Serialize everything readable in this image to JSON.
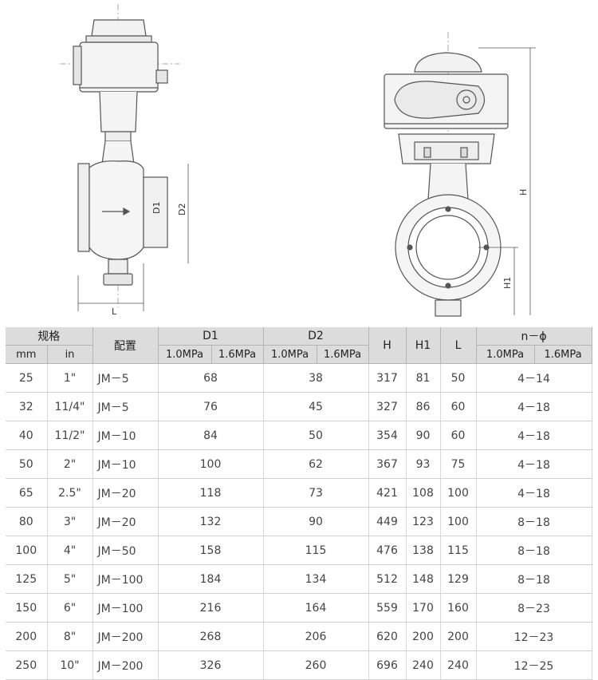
{
  "drawing": {
    "left_labels": {
      "d1": "D1",
      "d2": "D2",
      "l": "L"
    },
    "right_labels": {
      "h": "H",
      "h1": "H1"
    }
  },
  "table": {
    "header": {
      "spec": "规格",
      "config": "配置",
      "d1": "D1",
      "d2": "D2",
      "h": "H",
      "h1": "H1",
      "l": "L",
      "n_phi": "n－ϕ",
      "mm": "mm",
      "in": "in",
      "p10": "1.0MPa",
      "p16": "1.6MPa"
    },
    "rows": [
      [
        "25",
        "1\"",
        "JM－5",
        "68",
        "38",
        "317",
        "81",
        "50",
        "4－14"
      ],
      [
        "32",
        "11/4\"",
        "JM－5",
        "76",
        "45",
        "327",
        "86",
        "60",
        "4－18"
      ],
      [
        "40",
        "11/2\"",
        "JM－10",
        "84",
        "50",
        "354",
        "90",
        "60",
        "4－18"
      ],
      [
        "50",
        "2\"",
        "JM－10",
        "100",
        "62",
        "367",
        "93",
        "75",
        "4－18"
      ],
      [
        "65",
        "2.5\"",
        "JM－20",
        "118",
        "73",
        "421",
        "108",
        "100",
        "4－18"
      ],
      [
        "80",
        "3\"",
        "JM－20",
        "132",
        "90",
        "449",
        "123",
        "100",
        "8－18"
      ],
      [
        "100",
        "4\"",
        "JM－50",
        "158",
        "115",
        "476",
        "138",
        "115",
        "8－18"
      ],
      [
        "125",
        "5\"",
        "JM－100",
        "184",
        "134",
        "512",
        "148",
        "129",
        "8－18"
      ],
      [
        "150",
        "6\"",
        "JM－100",
        "216",
        "164",
        "559",
        "170",
        "160",
        "8－23"
      ],
      [
        "200",
        "8\"",
        "JM－200",
        "268",
        "206",
        "620",
        "200",
        "200",
        "12－23"
      ],
      [
        "250",
        "10\"",
        "JM－200",
        "326",
        "260",
        "696",
        "240",
        "240",
        "12－25"
      ]
    ]
  }
}
